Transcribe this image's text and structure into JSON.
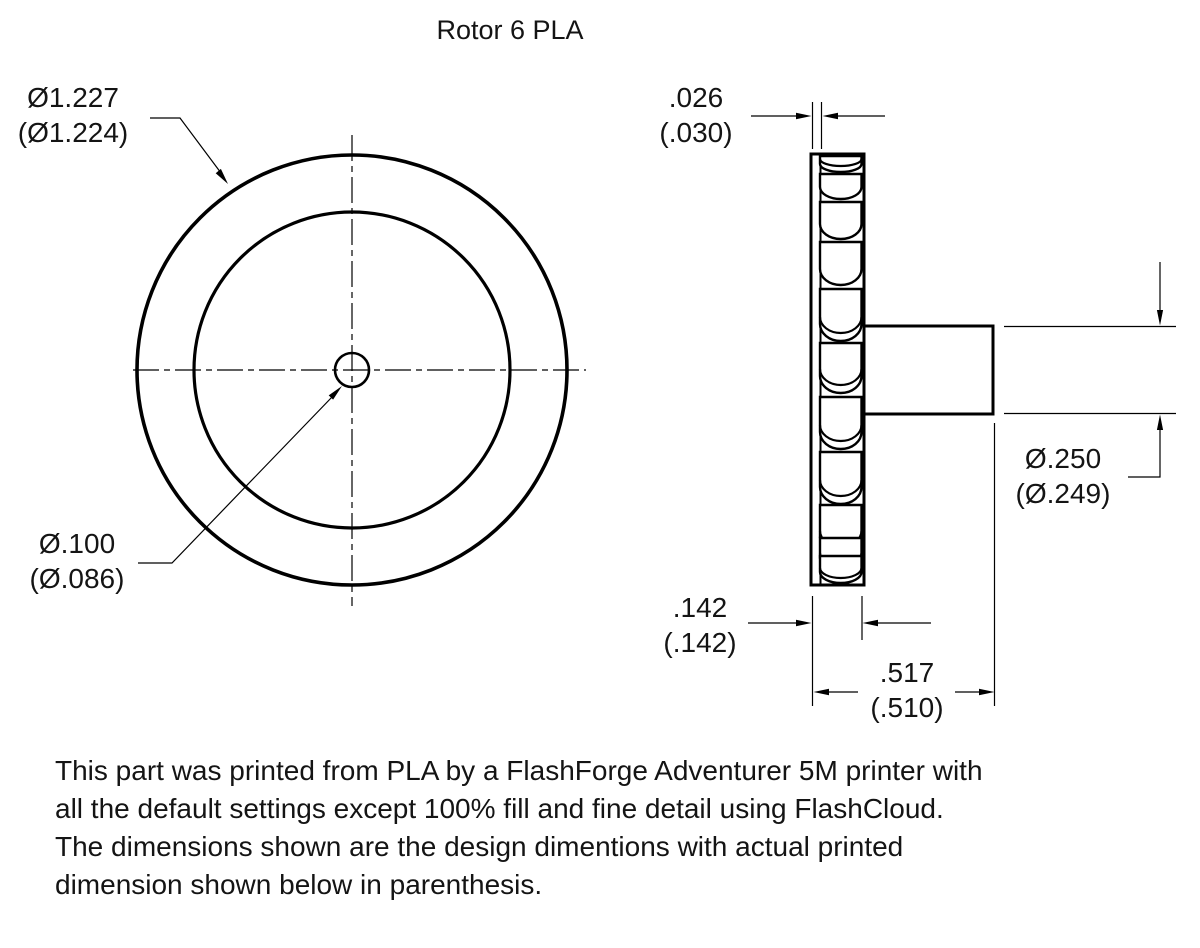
{
  "title": "Rotor 6 PLA",
  "dimensions": {
    "outer_diameter": {
      "design": "Ø1.227",
      "printed": "(Ø1.224)"
    },
    "hub_hole_diameter": {
      "design": "Ø.100",
      "printed": "(Ø.086)"
    },
    "blade_thickness": {
      "design": ".026",
      "printed": "(.030)"
    },
    "shaft_diameter": {
      "design": "Ø.250",
      "printed": "(Ø.249)"
    },
    "hub_width": {
      "design": ".142",
      "printed": "(.142)"
    },
    "overall_width": {
      "design": ".517",
      "printed": "(.510)"
    }
  },
  "notes": {
    "lines": [
      "This part was printed from PLA by a FlashForge Adventurer 5M printer with",
      "all the default settings except 100% fill and fine detail using FlashCloud.",
      "The dimensions shown are the design dimentions with actual printed",
      "dimension shown below in parenthesis."
    ]
  },
  "colors": {
    "line": "#000000",
    "text": "#141414",
    "background": "#ffffff"
  }
}
